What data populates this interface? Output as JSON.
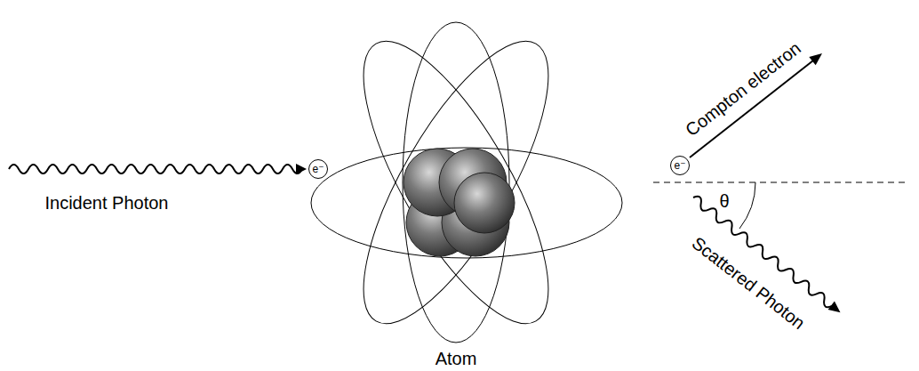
{
  "diagram": {
    "nodes": [
      {
        "text": [
          "e⁻"
        ]
      },
      {
        "text": [
          "e⁻"
        ]
      }
    ],
    "labels": [
      "Incident Photon",
      "Atom",
      "Compton electron",
      "θ",
      "Scattered Photon"
    ]
  }
}
